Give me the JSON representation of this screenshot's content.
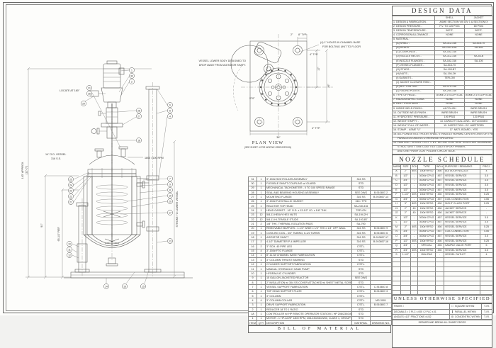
{
  "colors": {
    "paper": "#fdfdfb",
    "line": "#5a5a58",
    "text": "#3a3a38"
  },
  "design_data": {
    "title": "DESIGN DATA",
    "rows": [
      [
        "",
        "SHELL",
        "JACKET"
      ],
      [
        "1. DESIGN & FABRICATION -",
        "ASME SECTION VIII DIV 1 & SECTION IX"
      ],
      [
        "2. DESIGN PRESSURE -",
        "F.V. TO 125 PSIG",
        "80 PSIG"
      ],
      [
        "3. DESIGN TEMPERATURE -",
        "500°F.",
        "500°F."
      ],
      [
        "4. CORROSION ALLOWANCE -",
        "NONE",
        "NONE"
      ],
      [
        "5. MATERIAL :",
        "",
        ""
      ],
      [
        "    (A) SHELL -",
        "SA-312-316",
        "SA-516-70"
      ],
      [
        "    (B) HEADS -",
        "SA-240-316L",
        "SA-455"
      ],
      [
        "    (C) COUPLINGS -",
        "SA-182-316",
        ""
      ],
      [
        "    (D) NOZZLE NECKS -",
        "SA-312-316",
        "SA-53-B"
      ],
      [
        "    (E) NOZZLE FLANGES -",
        "SA-182-316",
        "SA-105"
      ],
      [
        "    (F) VESSEL FLANGES -",
        "SA-516-70",
        ""
      ],
      [
        "    (G) STUDS -",
        "SA-193-B7",
        ""
      ],
      [
        "    (H) NUTS -",
        "SA-194-2H",
        ""
      ],
      [
        "    (I) GASKETS -",
        "TEFLON",
        ""
      ],
      [
        "    (J) JACKET CLOSURE RING -",
        "",
        ""
      ],
      [
        "    (K) BOTTOM PAD -",
        "SA-479-316",
        ""
      ],
      [
        "    (L) FACING PLATES -",
        "SA-240-316",
        ""
      ],
      [
        "6. TYPE OF HEAD -",
        "ASME 2:1 ELLIPTICAL",
        "ASME 2:1 ELLIPTICAL"
      ],
      [
        "7. RADIOGRAPHIC EXAM -",
        "NONE",
        "NONE"
      ],
      [
        "8. HEAT TREATMENT -",
        "NONE",
        "NONE"
      ],
      [
        "9. INSIDE WELD FINISH -",
        "#4 POLISH",
        "WIRE BRUSH"
      ],
      [
        "10. OUTSIDE WELD FINISH -",
        "WIRE BRUSH",
        "WIRE BRUSH"
      ],
      [
        "11. HYDROTEST PRESSURE -",
        "190 PSIG",
        "120 PSIG"
      ],
      [
        "12. WEIGHT EMPTY -",
        "13. CAPACITY-GALLONS - 15 FLOODED"
      ],
      [
        "14. WEIGHT FULL OF WATER -",
        "15. INSPECTION - BY HARTFORD"
      ],
      [
        "16. STAMP -  ASME \"U\"",
        "17. NAT'L BOARD - YES"
      ],
      [
        "18. ALL FLANGE BOLT HOLES SHALL STRADDLE NORMAL CENTER LINES OR THEIR"
      ],
      [
        "      PARALLELS UNLESS OTHERWISE SPECIFIED."
      ],
      [
        "19. PAINTING - VESSEL = EXT. C'B'L. W/ ONE COAT HEAT RESISTANT ALUMINUM"
      ],
      [
        "      STRUCTURE = ONE COAT TILE CLAD II EPOXY PRIMER,"
      ],
      [
        "      AND ONE FINISH COAT POLANE CIRCUIT BLUE."
      ]
    ]
  },
  "nozzle_schedule": {
    "title": "NOZZLE SCHEDULE",
    "rows": [
      [
        "MARK",
        "SIZE",
        "SCH.",
        "TYPE",
        "WD #",
        "PURPOSE / REMARKS",
        "PROJ."
      ],
      [
        "A",
        "2\"",
        "80S",
        "150# RFSO",
        "450",
        "AGITATOR NOZZLE",
        "4"
      ],
      [
        "B",
        "1/2\"",
        "-",
        "3000# CPLG",
        "457",
        "VESSEL SERVICE",
        "3.5"
      ],
      [
        "C",
        "3/4\"",
        "-",
        "3000# CPLG",
        "457",
        "VESSEL SERVICE",
        "3.5"
      ],
      [
        "D",
        "1/2\"",
        "-",
        "3000# CPLG",
        "457",
        "VESSEL SERVICE",
        "3.5"
      ],
      [
        "E",
        "1/2\"",
        "-",
        "3000# CPLG",
        "457",
        "VESSEL SERVICE",
        "3.5"
      ],
      [
        "F",
        "1-1/2\"",
        "40S",
        "150# RFSO",
        "450",
        "VESSEL SERVICE",
        "5.25"
      ],
      [
        "G",
        "3/4\"",
        "-",
        "3000# CPLG",
        "457",
        "COIL CONNECTION",
        "4.06"
      ],
      [
        "H",
        "3\"",
        "80S",
        "150# RFSO",
        "450",
        "SIGHT GLASS PORT",
        "5.25"
      ],
      [
        "J1",
        "2\"",
        "40",
        "150# RFSO",
        "450",
        "JACKET SERVICE",
        "-"
      ],
      [
        "J2",
        "2\"",
        "40",
        "150# RFSO",
        "450",
        "JACKET SERVICE",
        "-"
      ],
      [
        "K",
        "1/2\"",
        "-",
        "3000# CPLG",
        "457",
        "VESSEL SERVICE",
        "3.5"
      ],
      [
        "L",
        "1/2\"",
        "-",
        "3000# CPLG",
        "457",
        "VESSEL SERVICE",
        "3.5"
      ],
      [
        "M",
        "2\"",
        "40S",
        "150# RFSO",
        "450",
        "VESSEL SERVICE",
        "5.25"
      ],
      [
        "N",
        "3/4\"",
        "-",
        "3000# CPLG",
        "457",
        "COIL CONNECTION",
        "4.06"
      ],
      [
        "O",
        "3/4\"",
        "-",
        "3000# CPLG",
        "457",
        "VESSEL SERVICE",
        "3.5"
      ],
      [
        "P",
        "1/2\"",
        "40S",
        "150# RFSO",
        "450",
        "VESSEL SERVICE",
        "5.25"
      ],
      [
        "Q",
        "3/4\"",
        "-",
        "SPECIAL",
        "455",
        "SAMPLE VALVE PORT",
        "5"
      ],
      [
        "R",
        "3/4\"",
        "40S",
        "150# RFSO",
        "450",
        "VESSEL SERVICE",
        "3.5"
      ],
      [
        "S",
        "1-1/2\"",
        "-",
        "150# PAD",
        "-",
        "VESSEL OUTLET",
        "4"
      ],
      [
        "",
        "",
        "",
        "",
        "",
        "",
        ""
      ],
      [
        "",
        "",
        "",
        "",
        "",
        "",
        ""
      ],
      [
        "",
        "",
        "",
        "",
        "",
        "",
        ""
      ],
      [
        "",
        "",
        "",
        "",
        "",
        "",
        ""
      ],
      [
        "",
        "",
        "",
        "",
        "",
        "",
        ""
      ],
      [
        "",
        "",
        "",
        "",
        "",
        "",
        ""
      ],
      [
        "",
        "",
        "",
        "",
        "",
        "",
        ""
      ],
      [
        "",
        "",
        "",
        "",
        "",
        "",
        ""
      ]
    ]
  },
  "uos": {
    "title": "UNLESS OTHERWISE SPECIFIED",
    "finish": "FINISH",
    "finish_symbol": "√",
    "decimals": "DECIMALS = 3 PLC ±.005 / 2 PLC ±.01",
    "angles": "ANGLES ±1/2°      FRACTIONS ±1/32",
    "square_symbol": "□",
    "square": "SQUARE WITHIN",
    "parallel_symbol": "∥",
    "parallel": "PARALLEL WITHIN",
    "concentric_symbol": "◎",
    "concentric": "CONCENTRIC WITHIN",
    "tir": "T.I.R.",
    "deburr": "DEBURR AND BREAK ALL SHARP EDGES"
  },
  "bom": {
    "title": "BILL OF MATERIAL",
    "rows": [
      [
        "31",
        "1",
        "3\"-150# SIGHTGLASS ASSEMBLY",
        "316 SS",
        ""
      ],
      [
        "30",
        "1",
        "FLEXIBLE SHAFT COUPLING w/ GUARD",
        "STD",
        ""
      ],
      [
        "29",
        "1",
        "MECHANICAL TACHOMETER - 0 TO 100 SPEED RANGE",
        "STD",
        ""
      ],
      [
        "28",
        "1",
        "SEAL AND BEARING HOUSING ASSEMBLY",
        "SEE DWG",
        "B-910807-2"
      ],
      [
        "27",
        "1",
        "MOUNTING FLANGE",
        "316 SS",
        "B-910807-14"
      ],
      [
        "26",
        "1",
        "3\"-150# FLEXITALLIC GASKET",
        "316 / TFE",
        ""
      ],
      [
        "25",
        "1",
        "REACTOR TOP HEAD",
        "SA-240-316",
        ""
      ],
      [
        "24",
        "1",
        "HEAD GASKET - 16\" O.D. x 13-1/2\" I.D. x 1/8\" THK.",
        "TEFLON",
        ""
      ],
      [
        "23",
        "12",
        "5/8-11 HEAVY HEX NUTS",
        "SA-194-2H",
        ""
      ],
      [
        "22",
        "12",
        "5/8-11 HI-TENSILE STUDS",
        "SA-193-B7",
        ""
      ],
      [
        "21",
        "2",
        "1/8\" THK. THERMAL ISOLATION PADS",
        "SA-790",
        ""
      ],
      [
        "20",
        "1",
        "REMOVABLE BAFFLES - 1-1/4\" WIDE x 1/4\" THK x 1/4\" OFF WALL",
        "316 SS",
        "B-910807-9"
      ],
      [
        "19",
        "1",
        "COOLING COIL - 3/4\" TUBING, 6-1/2 TURNS",
        "316 SS",
        "B-910807-6"
      ],
      [
        "18",
        "1",
        "AGITATOR SHAFT",
        "316 SS",
        "B-910807-17"
      ],
      [
        "17",
        "2",
        "4-1/2\" DIAMETER P-4 IMPELLER",
        "316 SS",
        "B-910807-16"
      ],
      [
        "16",
        "2",
        "3\" SCH. 40 PIPE LEG",
        "C'STL.",
        ""
      ],
      [
        "15",
        "4",
        "3\"-150# FTG FLANGE",
        "C'STL.",
        ""
      ],
      [
        "14",
        "1",
        "8\"-11.5# CHANNEL BASE FABRICATION",
        "C'STL.",
        ""
      ],
      [
        "13",
        "1",
        "3\" COLUMN THRUST BEARING",
        "STD",
        ""
      ],
      [
        "12",
        "1",
        "CYLINDER SUPPORT FABRICATION",
        "C'STL.",
        ""
      ],
      [
        "11",
        "1",
        "MANUAL HYDRAULIC HAND PUMP",
        "STD",
        ""
      ],
      [
        "10",
        "1",
        "HYDRAULIC CYLINDER",
        "STD",
        ""
      ],
      [
        "9",
        "1",
        "15 GALLON JACKETED REACTOR",
        "SEE DWG",
        ""
      ],
      [
        "8",
        "1",
        "2\" INSULATION w/ 304 SS COVER ATTACHED w/ SHEET METAL SCREWS",
        "STD",
        ""
      ],
      [
        "7",
        "1",
        "VESSEL SUPPORT FABRICATION",
        "C'STL.",
        "C-910807-8"
      ],
      [
        "6",
        "1",
        "TOP HEAD SUPPORT PLATE",
        "C'STL.",
        "B-910807-3"
      ],
      [
        "5",
        "1",
        "3\" COLUMN",
        "C'STL.",
        ""
      ],
      [
        "4",
        "4",
        "3\" COLUMN COLLAR",
        "C'STL.",
        "MS-3001"
      ],
      [
        "3",
        "1",
        "DRIVE SUPPORT FABRICATION",
        "C'STL.",
        "B-910807-7"
      ],
      [
        "2",
        "1",
        "REDUCER 18 TO 1 RATIO",
        "STD",
        ""
      ],
      [
        "1A",
        "1",
        "CONTROLLER w/ HP REMOTE OPERATOR STATION 1 HP 208/230/3/60, 1A",
        "STD",
        ""
      ],
      [
        "1",
        "1",
        "MOTOR - 1 HP-ACRF 1800 RPM, 208-230/460/3/60, CLASS 1, GROUP B",
        "STD",
        ""
      ],
      [
        "ITEM",
        "QTY",
        "DESCRIPTION",
        "MATERIAL",
        "DRAWING NO."
      ]
    ]
  },
  "drawing": {
    "labels": {
      "locate180": "LOCATE AT 180°",
      "dim143a": "143\" APPROX.",
      "dim143b": "(12'-0\")",
      "dim91": "91\"",
      "dim65": "65-1/2\" REF.",
      "vessel_od1": "14\" O.D. VESSEL",
      "vessel_od2": "316 S.S.",
      "rpm": "1800 / 100 RPM",
      "stroke": "STROKE TO LOWER VESSEL",
      "plan_title": "PLAN VIEW",
      "plan_sub": "(SEE SHEET 4 FOR NOZZLE ORIENTATION)",
      "holes1": "(4) 1\" HOLES IN CHANNEL BASE",
      "holes2": "FOR BOLTING UNIT TO FLOOR",
      "drop1": "VESSEL LOWER BODY DESIGNED TO",
      "drop2": "DROP AWAY FROM AGITATOR SHAFT.",
      "dim8": "8\" TYP.",
      "dim4": "4\" TYP.",
      "dim2": "2\"",
      "dim17": "17\"",
      "dim26": "26\"",
      "dim36": "36\"",
      "arc270": "270°",
      "dim4b": "4\" TYP."
    },
    "balloons": [
      "1",
      "30",
      "28",
      "27",
      "31",
      "26",
      "25",
      "24",
      "23",
      "22",
      "21",
      "6",
      "5",
      "4",
      "9",
      "8",
      "19",
      "20",
      "17",
      "13",
      "10",
      "11",
      "12",
      "14",
      "16",
      "15",
      "2",
      "29",
      "18",
      "7"
    ]
  }
}
